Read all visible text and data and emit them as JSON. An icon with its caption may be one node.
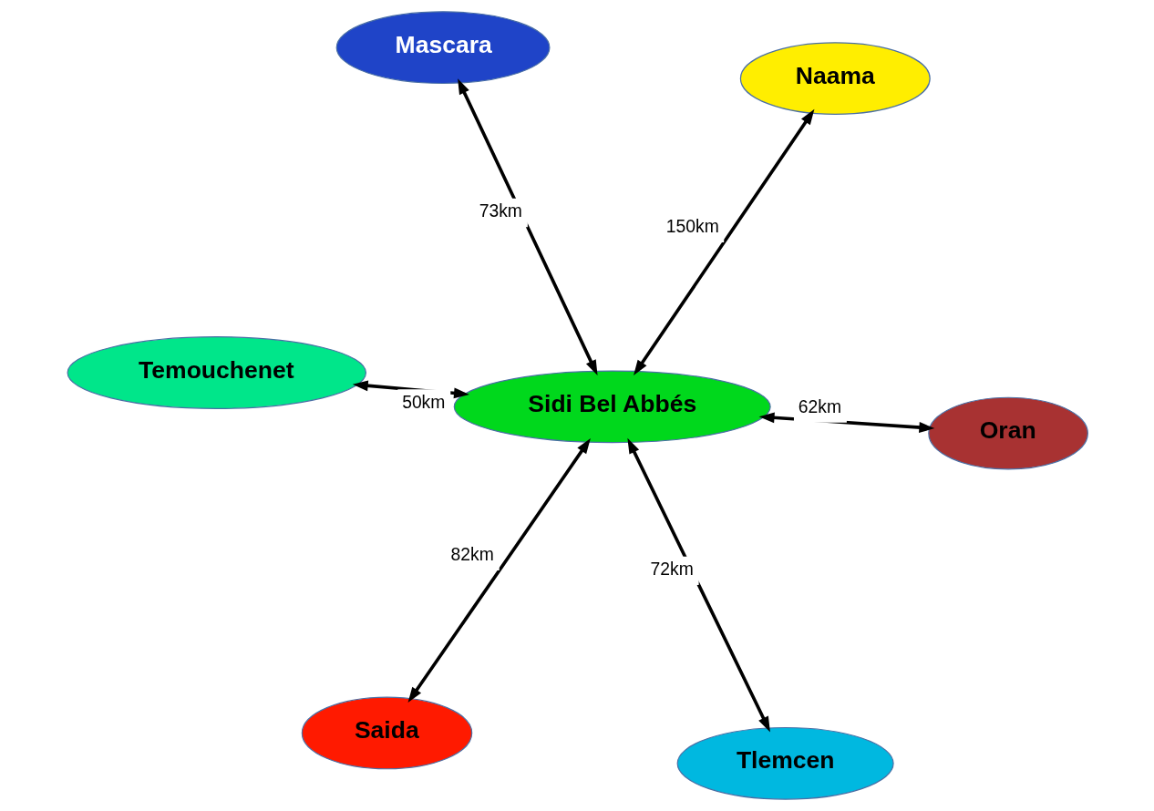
{
  "diagram": {
    "nodes": [
      {
        "text": [
          "Temouchenet"
        ]
      },
      {
        "text": [
          "Oran"
        ]
      },
      {
        "text": [
          "Tlemcen"
        ]
      },
      {
        "text": [
          "Mascara"
        ]
      },
      {
        "text": [
          "Sidi Bel Abbés"
        ]
      },
      {
        "text": [
          "Naama"
        ]
      },
      {
        "text": [
          "Saida"
        ]
      }
    ],
    "edges": [
      {
        "from": 4,
        "to": 0,
        "arrow": "both",
        "label": "50km"
      },
      {
        "from": 4,
        "to": 1,
        "arrow": "both",
        "label": "62km"
      },
      {
        "from": 4,
        "to": 2,
        "arrow": "both",
        "label": "72km"
      },
      {
        "from": 4,
        "to": 3,
        "arrow": "both",
        "label": "73km"
      },
      {
        "from": 4,
        "to": 5,
        "arrow": "both",
        "label": "150km"
      },
      {
        "from": 4,
        "to": 6,
        "arrow": "both",
        "label": "82km"
      }
    ]
  }
}
